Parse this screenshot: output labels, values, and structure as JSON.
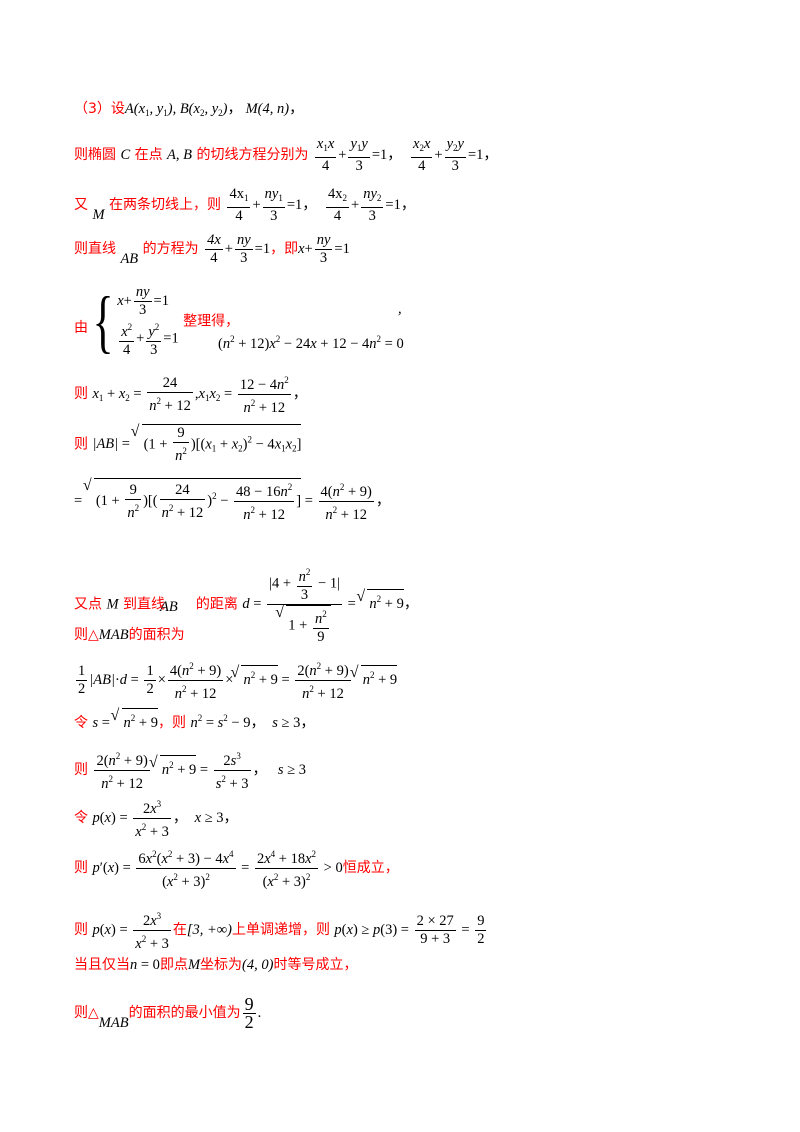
{
  "lines": {
    "l01": {
      "label": "（3）设",
      "math": "A(x₁, y₁), B(x₂, y₂)，  M(4, n)，"
    },
    "l02": {
      "label": "则椭圆 C 在点 A, B 的切线方程分别为",
      "math": "x₁x/4 + y₁y/3 = 1，  x₂x/4 + y₂y/3 = 1，"
    },
    "l03": {
      "label": "又 M 在两条切线上，则",
      "math": "4x₁/4 + ny₁/3 = 1，  4x₂/4 + ny₂/3 = 1，"
    },
    "l04": {
      "label": "则直线 AB 的方程为",
      "math": "4x/4 + ny/3 = 1，即 x + ny/3 = 1"
    },
    "l05": {
      "label": "由",
      "mid": "整理得，",
      "math": "(n² + 12)x² − 24x + 12 − 4n² = 0"
    },
    "l06": {
      "label": "则",
      "math": "x₁ + x₂ = 24/(n² + 12),  x₁x₂ = (12 − 4n²)/(n² + 12)，"
    },
    "l07": {
      "label": "则",
      "math": "|AB| = √((1 + 9/n²)[(x₁ + x₂)² − 4x₁x₂])"
    },
    "l08": {
      "label": "",
      "math": "= √((1 + 9/n²)[(24/(n² + 12))² − (48 − 16n²)/(n² + 12)]) = 4(n² + 9)/(n² + 12)，"
    },
    "l09": {
      "label": "又点 M 到直线 AB 的距离",
      "math": "d = |4 + n²/3 − 1| / √(1 + n²/9) = √(n² + 9)，"
    },
    "l10": {
      "label": "则△MAB 的面积为",
      "math": ""
    },
    "l11": {
      "label": "",
      "math": "½|AB|·d = ½ × 4(n² + 9)/(n² + 12) × √(n² + 9) = 2(n² + 9)/(n² + 12) √(n² + 9)"
    },
    "l12": {
      "label": "令",
      "math": "s = √(n² + 9)，则 n² = s² − 9，  s ≥ 3，"
    },
    "l13": {
      "label": "则",
      "math": "2(n² + 9)/(n² + 12) √(n² + 9) = 2s³/(s² + 3)，  s ≥ 3"
    },
    "l14": {
      "label": "令",
      "math": "p(x) = 2x³/(x² + 3)，  x ≥ 3，"
    },
    "l15": {
      "label": "则",
      "math": "p′(x) = (6x²(x² + 3) − 4x⁴)/(x² + 3)² = (2x⁴ + 18x²)/(x² + 3)² > 0",
      "tail": "恒成立，"
    },
    "l16": {
      "label": "则",
      "math": "p(x) = 2x³/(x² + 3)",
      "mid": "在[3, +∞)上单调递增，则",
      "math2": "p(x) ≥ p(3) = 2 × 27/(9 + 3) = 9/2"
    },
    "l17": {
      "label": "当且仅当 n = 0 即点 M 坐标为 (4, 0) 时等号成立，",
      "math": ""
    },
    "l18": {
      "label": "则△MAB 的面积的最小值为",
      "math": "9/2."
    }
  },
  "text": {
    "t01": "（3）设",
    "t02a": "则椭圆",
    "t02b": "在点",
    "t02c": "的切线方程分别为",
    "t03a": "又",
    "t03b": "在两条切线上，则",
    "t04a": "则直线",
    "t04b": "的方程为",
    "t04c": "，即",
    "t05a": "由",
    "t05b": "整理得，",
    "t06": "则",
    "t07": "则",
    "t09a": "又点",
    "t09b": "到直线",
    "t09c": "的距离",
    "t10": "则△",
    "t10b": "的面积为",
    "t12a": "令",
    "t12b": "，则",
    "t13": "则",
    "t14": "令",
    "t15a": "则",
    "t15b": "恒成立，",
    "t16a": "则",
    "t16b": "在",
    "t16c": "上单调递增，则",
    "t17a": "当且仅当",
    "t17b": "即点",
    "t17c": "坐标为",
    "t17d": "时等号成立，",
    "t18a": "则△",
    "t18b": "的面积的最小值为"
  },
  "colors": {
    "label_text": "#ff0000",
    "math_text": "#000000"
  }
}
